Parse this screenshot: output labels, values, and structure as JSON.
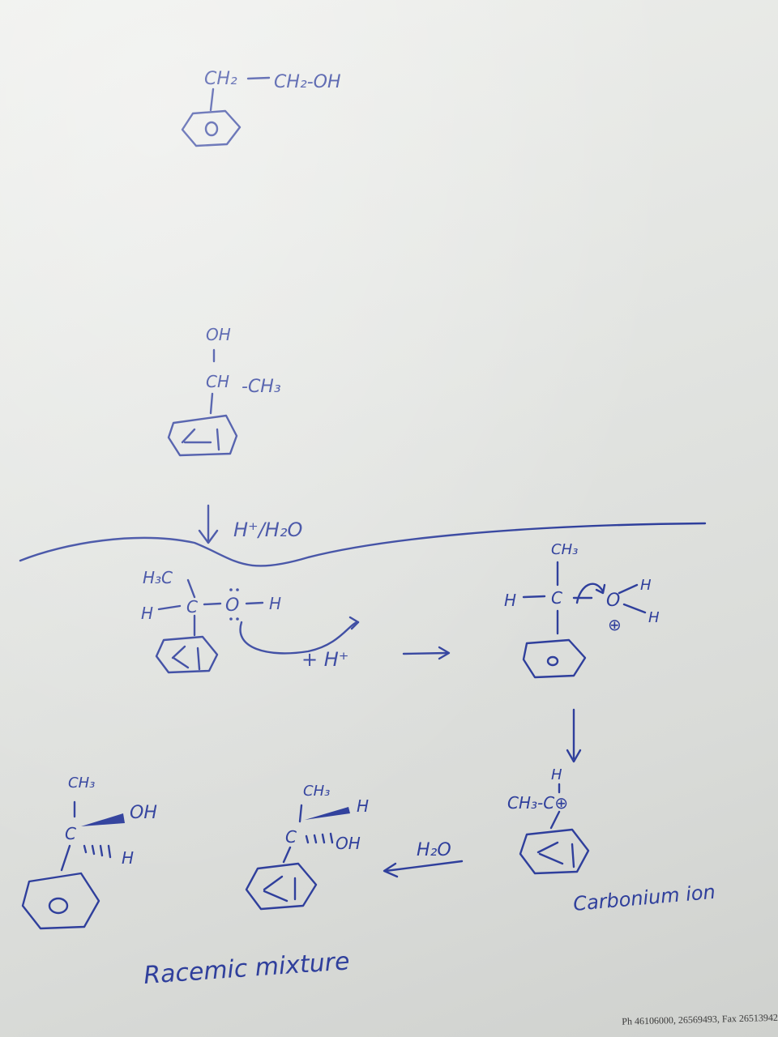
{
  "structures": {
    "phenylethanol": {
      "chain_label_1": "CH₂",
      "chain_label_2": "CH₂-OH"
    },
    "phenylethanol_alt": {
      "oh_label": "OH",
      "ch_label": "CH",
      "ch3_label": "-CH₃"
    }
  },
  "reaction": {
    "conditions_label": "H⁺/H₂O"
  },
  "mechanism": {
    "h3c_label": "H₃C",
    "h_label": "H",
    "c_label": "C",
    "o_label": "O",
    "h_on_o_label": "H",
    "plus_h_label": "+ H⁺",
    "ch3_top_label": "CH₃",
    "oxonium_c_label": "C",
    "oxonium_h_left_label": "H",
    "oxonium_o_label": "O",
    "oxonium_h1_label": "H",
    "oxonium_h2_label": "H",
    "positive_charge_label": "⊕",
    "carbocation_h_label": "H",
    "carbocation_label": "CH₃-C⊕",
    "water_label": "H₂O",
    "product1_ch3_label": "CH₃",
    "product1_c_label": "C",
    "product1_oh_label": "OH",
    "product1_h_label": "H",
    "product2_ch3_label": "CH₃",
    "product2_c_label": "C",
    "product2_h_label": "H",
    "product2_oh_label": "OH"
  },
  "annotations": {
    "carbonium_ion": "Carbonium ion",
    "racemic_mixture": "Racemic mixture"
  },
  "footer": {
    "text": "Ph 46106000, 26569493, Fax 26513942"
  },
  "colors": {
    "ink": "#2f3f9c",
    "paper": "#e3e5e2"
  }
}
